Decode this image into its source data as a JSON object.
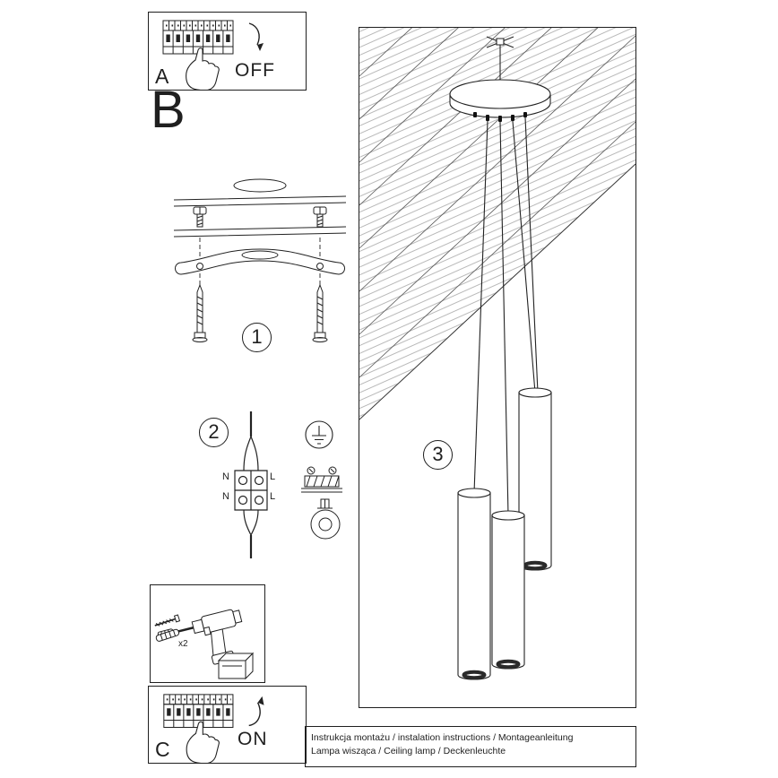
{
  "sections": {
    "a": {
      "label": "A",
      "action": "OFF"
    },
    "b": {
      "label": "B"
    },
    "c": {
      "label": "C",
      "action": "ON"
    },
    "steps": {
      "step1": "1",
      "step2": "2",
      "step3": "3"
    }
  },
  "wiring": {
    "n_top": "N",
    "l_top": "L",
    "n_bottom": "N",
    "l_bottom": "L"
  },
  "hardware": {
    "anchor_count": "x2"
  },
  "footer": {
    "line1": "Instrukcja montażu / instalation instructions / Montageanleitung",
    "line2": "Lampa wisząca / Ceiling lamp / Deckenleuchte"
  },
  "colors": {
    "ink": "#1f1f1f",
    "paper": "#ffffff"
  }
}
